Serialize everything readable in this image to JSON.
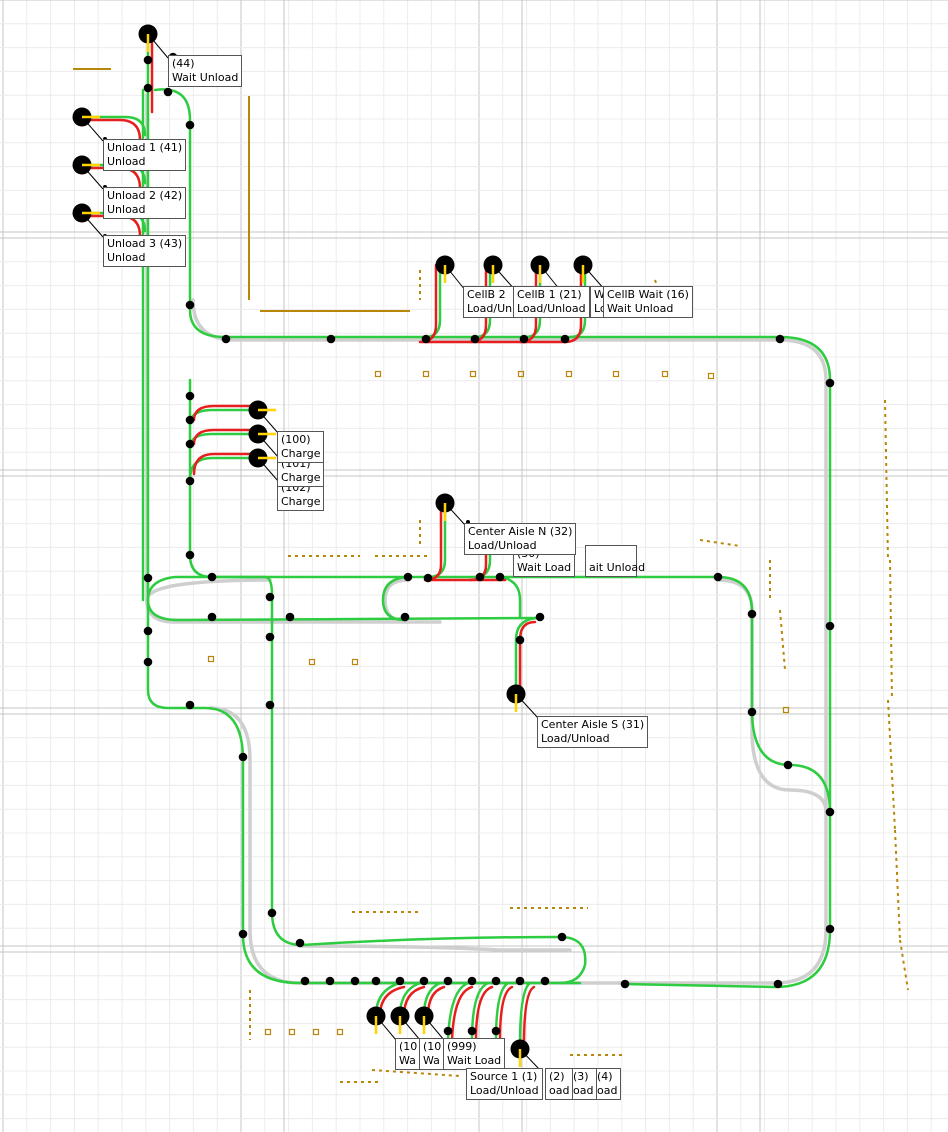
{
  "colors": {
    "background": "#ffffff",
    "grid_minor": "#ececec",
    "grid_major": "#c4c4c4",
    "track_path": "#2ecc40",
    "track_shadow": "#cfcfcf",
    "spur_path": "#e61e1e",
    "station": "#000000",
    "station_marker": "#ffd400",
    "wall": "#b8860b"
  },
  "icons": {
    "station": "station-node-icon",
    "waypoint": "waypoint-dot-icon",
    "obstacle": "obstacle-square-icon"
  },
  "labels": {
    "wait_unload_44": {
      "id": "(44)",
      "type": "Wait Unload"
    },
    "unload_1": {
      "id": "Unload 1 (41)",
      "type": "Unload"
    },
    "unload_2": {
      "id": "Unload 2 (42)",
      "type": "Unload"
    },
    "unload_3": {
      "id": "Unload 3 (43)",
      "type": "Unload"
    },
    "cellb_2": {
      "id": "CellB 2",
      "type": "Load/Unl"
    },
    "cellb_1": {
      "id": "CellB 1 (21)",
      "type": "Load/Unload"
    },
    "cellb_partial": {
      "id": "W",
      "type": "Lo"
    },
    "cellb_wait": {
      "id": "CellB Wait (16)",
      "type": "Wait Unload"
    },
    "charge_100": {
      "id": "(100)",
      "type": "Charge"
    },
    "charge_101": {
      "id": "(101)",
      "type": "Charge"
    },
    "charge_102": {
      "id": "(102)",
      "type": "Charge"
    },
    "center_aisle_n": {
      "id": "Center Aisle N (32)",
      "type": "Load/Unload"
    },
    "wait_load_30": {
      "id": "(30)",
      "type": "Wait Load"
    },
    "wait_unload_aisle": {
      "id": "",
      "type": "ait Unload"
    },
    "center_aisle_s": {
      "id": "Center Aisle S (31)",
      "type": "Load/Unload"
    },
    "wait_10a": {
      "id": "(10",
      "type": "Wa"
    },
    "wait_10b": {
      "id": "(10",
      "type": "Wa"
    },
    "wait_load_999": {
      "id": "(999)",
      "type": "Wait Load"
    },
    "source_1": {
      "id": "Source 1 (1)",
      "type": "Load/Unload"
    },
    "source_2": {
      "id": "(2)",
      "type": "oad"
    },
    "source_3": {
      "id": "(3)",
      "type": "oad"
    },
    "source_4": {
      "id": "(4)",
      "type": "oad"
    }
  }
}
